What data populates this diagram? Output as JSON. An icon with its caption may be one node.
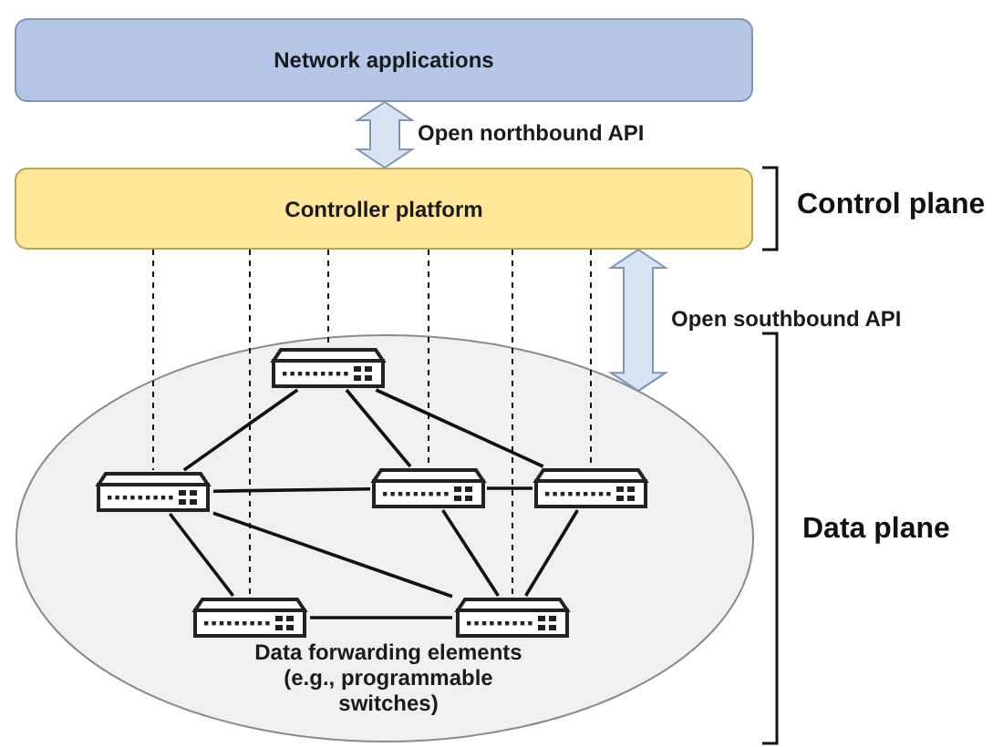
{
  "diagram": {
    "nodes": [
      {
        "text": [
          "Network applications"
        ]
      },
      {
        "text": [
          "Controller platform"
        ]
      },
      {
        "text": [
          "Data forwarding elements (e.g., programmable switches)"
        ]
      },
      {
        "text": [],
        "shape": "switch",
        "in": 2
      },
      {
        "text": [],
        "shape": "switch",
        "in": 2
      },
      {
        "text": [],
        "shape": "switch",
        "in": 2
      },
      {
        "text": [],
        "shape": "switch",
        "in": 2
      },
      {
        "text": [],
        "shape": "switch",
        "in": 2
      },
      {
        "text": [],
        "shape": "switch",
        "in": 2
      }
    ],
    "edges": [
      {
        "from": 0,
        "to": 1,
        "arrow": "both",
        "style": "thick",
        "label": "Open northbound API"
      },
      {
        "from": 1,
        "to": 2,
        "arrow": "both",
        "style": "thick",
        "label": "Open southbound API"
      },
      {
        "from": 1,
        "to": 4,
        "arrow": "none",
        "style": "dashed"
      },
      {
        "from": 1,
        "to": 7,
        "arrow": "none",
        "style": "dashed"
      },
      {
        "from": 1,
        "to": 3,
        "arrow": "none",
        "style": "dashed"
      },
      {
        "from": 1,
        "to": 5,
        "arrow": "none",
        "style": "dashed"
      },
      {
        "from": 1,
        "to": 8,
        "arrow": "none",
        "style": "dashed"
      },
      {
        "from": 1,
        "to": 6,
        "arrow": "none",
        "style": "dashed"
      },
      {
        "from": 3,
        "to": 4,
        "arrow": "none"
      },
      {
        "from": 3,
        "to": 5,
        "arrow": "none"
      },
      {
        "from": 3,
        "to": 6,
        "arrow": "none"
      },
      {
        "from": 4,
        "to": 5,
        "arrow": "none"
      },
      {
        "from": 5,
        "to": 6,
        "arrow": "none"
      },
      {
        "from": 4,
        "to": 7,
        "arrow": "none"
      },
      {
        "from": 4,
        "to": 8,
        "arrow": "none"
      },
      {
        "from": 5,
        "to": 8,
        "arrow": "none"
      },
      {
        "from": 6,
        "to": 8,
        "arrow": "none"
      },
      {
        "from": 7,
        "to": 8,
        "arrow": "none"
      }
    ],
    "labels": [
      "Control plane",
      "Data plane"
    ]
  }
}
